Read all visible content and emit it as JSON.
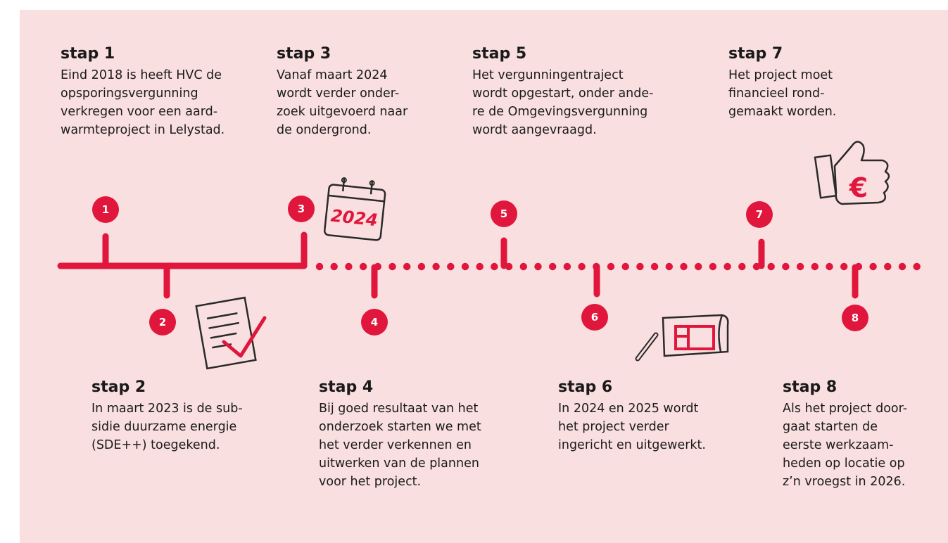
{
  "colors": {
    "accent": "#e1163c",
    "background": "#f9dfdf",
    "text": "#1a1a1a"
  },
  "icons": [
    "calendar-icon",
    "checklist-icon",
    "blueprint-icon",
    "pencil-icon",
    "thumbs-up-euro-icon"
  ],
  "calendar_year": "2024",
  "euro_symbol": "€",
  "steps": [
    {
      "number": "1",
      "title": "stap 1",
      "text": "Eind 2018 is heeft HVC de\nopsporingsvergunning\nverkregen voor een aard-\nwarmteproject in Lelystad."
    },
    {
      "number": "2",
      "title": "stap 2",
      "text": "In maart 2023 is de sub-\nsidie duurzame energie\n(SDE++) toegekend."
    },
    {
      "number": "3",
      "title": "stap 3",
      "text": "Vanaf maart 2024\nwordt verder onder-\nzoek uitgevoerd naar\nde ondergrond."
    },
    {
      "number": "4",
      "title": "stap 4",
      "text": "Bij goed resultaat van het\nonderzoek starten we met\nhet verder verkennen en\nuitwerken van de plannen\nvoor het project."
    },
    {
      "number": "5",
      "title": "stap 5",
      "text": "Het vergunningentraject\nwordt opgestart, onder ande-\nre de Omgevingsvergunning\nwordt aangevraagd."
    },
    {
      "number": "6",
      "title": "stap 6",
      "text": "In 2024 en 2025 wordt\nhet project verder\ningericht en uitgewerkt."
    },
    {
      "number": "7",
      "title": "stap 7",
      "text": "Het project moet\nfinancieel rond-\ngemaakt worden."
    },
    {
      "number": "8",
      "title": "stap 8",
      "text": "Als het project door-\ngaat starten de\neerste werkzaam-\nheden op locatie op\nz’n vroegst in 2026."
    }
  ]
}
